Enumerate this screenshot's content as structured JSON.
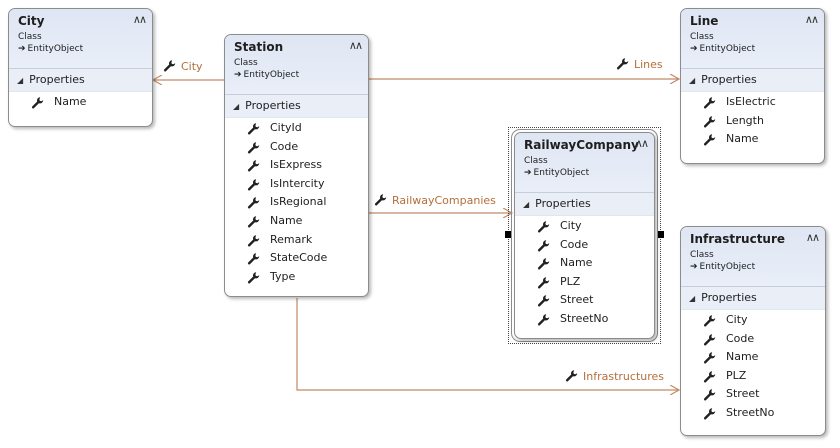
{
  "colors": {
    "connector": "#c08a66",
    "label": "#b46e3c",
    "header": "#dfe6f3"
  },
  "entities": {
    "city": {
      "name": "City",
      "kind": "Class",
      "base": "EntityObject",
      "section": "Properties",
      "properties": [
        "Name"
      ]
    },
    "station": {
      "name": "Station",
      "kind": "Class",
      "base": "EntityObject",
      "section": "Properties",
      "properties": [
        "CityId",
        "Code",
        "IsExpress",
        "IsIntercity",
        "IsRegional",
        "Name",
        "Remark",
        "StateCode",
        "Type"
      ]
    },
    "line": {
      "name": "Line",
      "kind": "Class",
      "base": "EntityObject",
      "section": "Properties",
      "properties": [
        "IsElectric",
        "Length",
        "Name"
      ]
    },
    "railway": {
      "name": "RailwayCompany",
      "kind": "Class",
      "base": "EntityObject",
      "section": "Properties",
      "properties": [
        "City",
        "Code",
        "Name",
        "PLZ",
        "Street",
        "StreetNo"
      ]
    },
    "infra": {
      "name": "Infrastructure",
      "kind": "Class",
      "base": "EntityObject",
      "section": "Properties",
      "properties": [
        "City",
        "Code",
        "Name",
        "PLZ",
        "Street",
        "StreetNo"
      ]
    }
  },
  "associations": {
    "city": "City",
    "lines": "Lines",
    "railway": "RailwayCompanies",
    "infra": "Infrastructures"
  },
  "icons": {
    "property": "wrench-icon",
    "association": "wrench-icon",
    "collapse": "double-chevron-up-icon",
    "inherit": "arrow-right-icon"
  }
}
